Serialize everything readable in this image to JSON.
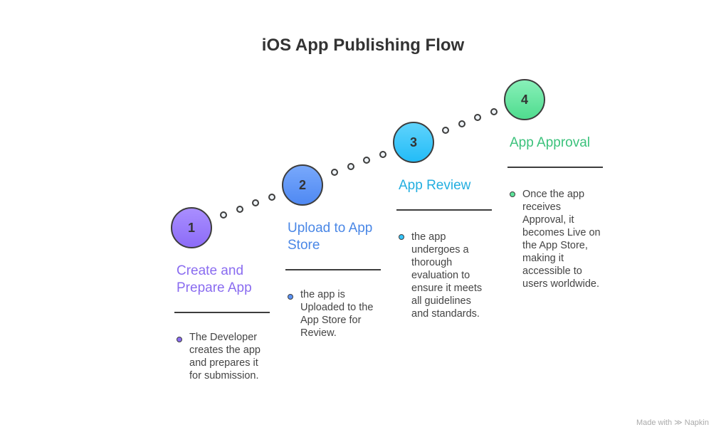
{
  "title": "iOS App Publishing Flow",
  "steps": [
    {
      "number": "1",
      "title": "Create and Prepare App",
      "description": "The Developer creates the app and prepares it for submission.",
      "color": "#8a6cf0",
      "fill": "#9b7cff"
    },
    {
      "number": "2",
      "title": "Upload to App Store",
      "description": "the app is Uploaded to the App Store for Review.",
      "color": "#4a87e6",
      "fill": "#5b93f5"
    },
    {
      "number": "3",
      "title": "App Review",
      "description": "the app undergoes a thorough evaluation to ensure it meets all guidelines and standards.",
      "color": "#23aee0",
      "fill": "#35c5fb"
    },
    {
      "number": "4",
      "title": "App Approval",
      "description": "Once the app receives Approval, it becomes Live on the App Store, making it accessible to users worldwide.",
      "color": "#3cc27c",
      "fill": "#5de39a"
    }
  ],
  "footer": {
    "made_with": "Made with",
    "brand": "Napkin"
  }
}
